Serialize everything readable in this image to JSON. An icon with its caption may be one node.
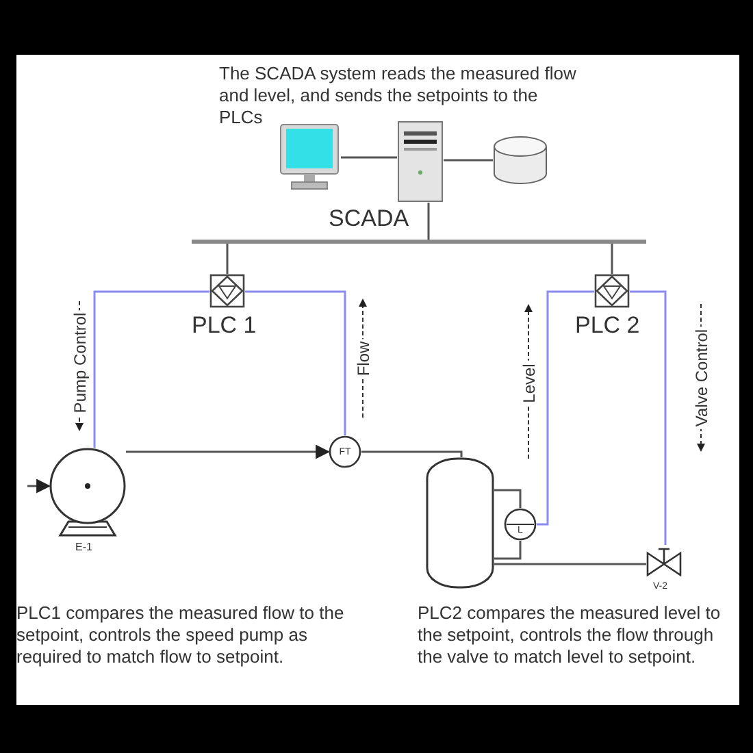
{
  "diagram": {
    "nodes": [
      {
        "text": [],
        "shape": "picture"
      },
      {
        "text": [],
        "shape": "picture",
        "beside": [
          "SCADA"
        ]
      },
      {
        "text": [],
        "shape": "cylinder"
      },
      {
        "text": [],
        "shape": "bar"
      },
      {
        "text": [],
        "shape": "box",
        "beside": [
          "PLC 1"
        ]
      },
      {
        "text": [],
        "shape": "box",
        "beside": [
          "PLC 2"
        ]
      },
      {
        "text": [],
        "shape": "circle",
        "beside": [
          "E-1"
        ]
      },
      {
        "text": [
          "FT"
        ]
      },
      {
        "text": [],
        "shape": "cylinder"
      },
      {
        "text": [
          "L"
        ]
      },
      {
        "text": [],
        "shape": "picture",
        "beside": [
          "V-2"
        ]
      }
    ],
    "edges": [
      {
        "from": 0,
        "to": 1,
        "arrow": "none"
      },
      {
        "from": 1,
        "to": 2,
        "arrow": "none"
      },
      {
        "from": 1,
        "to": 3,
        "arrow": "none"
      },
      {
        "from": 3,
        "to": 4,
        "arrow": "none"
      },
      {
        "from": 3,
        "to": 5,
        "arrow": "none"
      },
      {
        "from": 4,
        "to": 6,
        "arrow": "none",
        "label": "Pump Control",
        "color": "#8c8cf0"
      },
      {
        "from": 7,
        "to": 4,
        "arrow": "none",
        "label": "Flow",
        "color": "#8c8cf0"
      },
      {
        "from": 9,
        "to": 5,
        "arrow": "none",
        "label": "Level",
        "color": "#8c8cf0"
      },
      {
        "from": 5,
        "to": 10,
        "arrow": "none",
        "label": "Valve Control",
        "color": "#8c8cf0"
      },
      {
        "from": 6,
        "to": 7,
        "arrow": "to"
      },
      {
        "from": 7,
        "to": 8,
        "arrow": "none"
      },
      {
        "from": 8,
        "to": 9,
        "arrow": "none"
      },
      {
        "from": 8,
        "to": 9,
        "arrow": "none"
      },
      {
        "from": 8,
        "to": 10,
        "arrow": "none"
      },
      {
        "from": null,
        "to": 6,
        "arrow": "to"
      }
    ],
    "labels": [
      "The SCADA system reads the measured flow and level, and sends the setpoints to the PLCs",
      "PLC1 compares the measured flow to the setpoint, controls the speed pump as required to match flow to setpoint.",
      "PLC2 compares the measured level to the setpoint, controls the flow through the valve to match level to setpoint."
    ]
  }
}
